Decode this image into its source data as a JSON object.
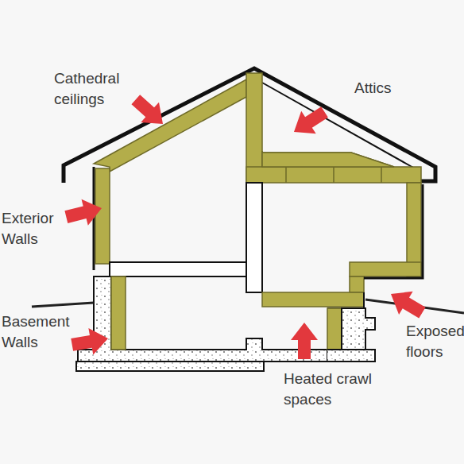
{
  "diagram": {
    "labels": [
      "Cathedral ceilings",
      "Attics",
      "Exterior Walls",
      "Basement Walls",
      "Heated crawl spaces",
      "Exposed floors"
    ]
  }
}
